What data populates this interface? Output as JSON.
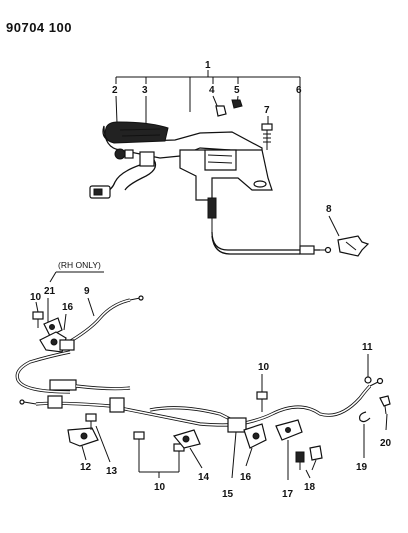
{
  "page_id": "90704 100",
  "note": "(RH ONLY)",
  "callouts": [
    "1",
    "2",
    "3",
    "4",
    "5",
    "6",
    "7",
    "8",
    "9",
    "10",
    "21",
    "16",
    "11",
    "10",
    "10",
    "12",
    "13",
    "14",
    "15",
    "16",
    "17",
    "18",
    "19",
    "20"
  ]
}
